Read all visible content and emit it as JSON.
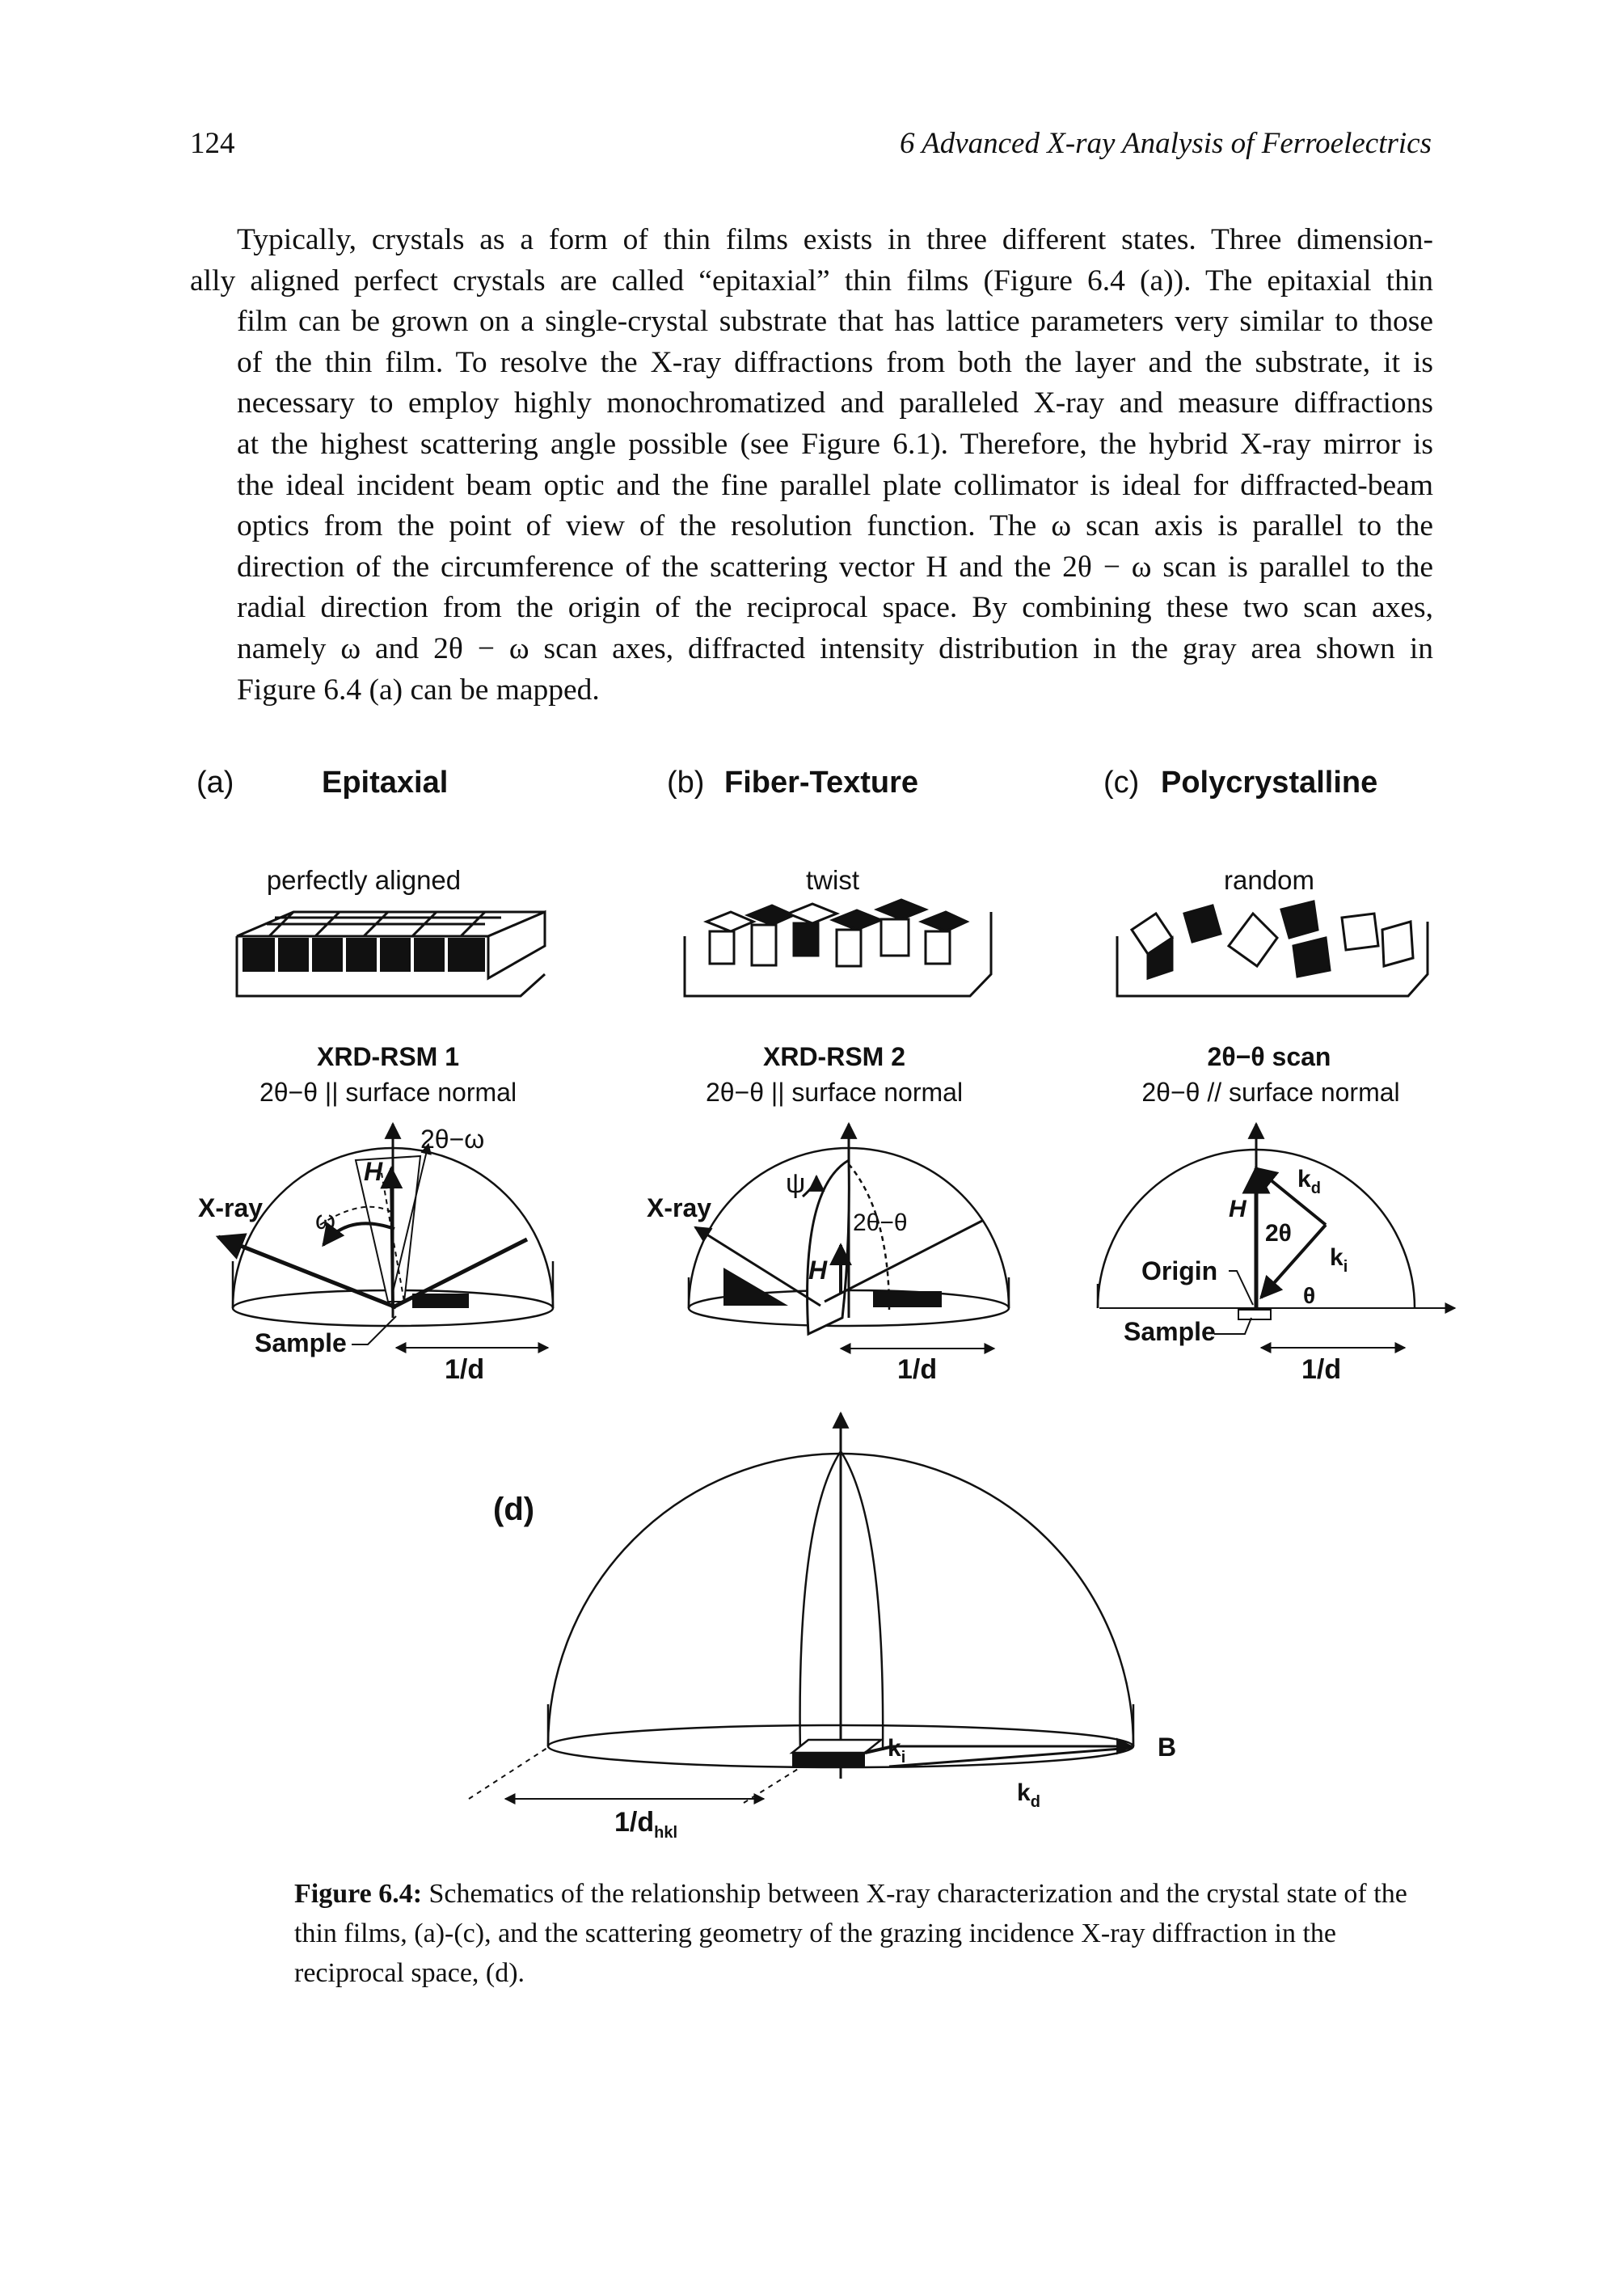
{
  "header": {
    "page_number": "124",
    "chapter_title": "6 Advanced X-ray Analysis of Ferroelectrics"
  },
  "body_lines": [
    "Typically, crystals as a form of thin films exists in three different states. Three dimension-",
    "ally aligned perfect crystals are called “epitaxial” thin films (Figure 6.4 (a)). The epitaxial thin",
    "film can be grown on a single-crystal substrate that has lattice parameters very similar to those",
    "of the thin film. To resolve the X-ray diffractions from both the layer and the substrate, it is",
    "necessary to employ highly monochromatized and paralleled X-ray and measure diffractions",
    "at the highest scattering angle possible (see Figure 6.1). Therefore, the hybrid X-ray mirror is",
    "the ideal incident beam optic and the fine parallel plate collimator is ideal for diffracted-beam",
    "optics from the point of view of the resolution function. The ω scan axis is parallel to the",
    "direction of the circumference of the scattering vector H and the 2θ − ω scan is parallel to the",
    "radial direction from the origin of the reciprocal space. By combining these two scan axes,",
    "namely ω and 2θ − ω scan axes, diffracted intensity distribution in the gray area shown in",
    "Figure 6.4 (a) can be mapped."
  ],
  "figure": {
    "panel_a": {
      "letter": "(a)",
      "title": "Epitaxial",
      "state": "perfectly aligned",
      "method": "XRD-RSM 1",
      "scan": "2θ−θ || surface normal",
      "scan_label": "2θ−ω",
      "xray": "X-ray",
      "omega": "ω",
      "vector": "H",
      "sample": "Sample",
      "dist": "1/d"
    },
    "panel_b": {
      "letter": "(b)",
      "title": "Fiber-Texture",
      "state": "twist",
      "method": "XRD-RSM 2",
      "scan": "2θ−θ || surface normal",
      "xray": "X-ray",
      "psi": "ψ",
      "scan_label": "2θ−θ",
      "vector": "H",
      "dist": "1/d"
    },
    "panel_c": {
      "letter": "(c)",
      "title": "Polycrystalline",
      "state": "random",
      "method": "2θ−θ scan",
      "scan": "2θ−θ // surface normal",
      "vector": "H",
      "angle2": "2θ",
      "angle": "θ",
      "origin": "Origin",
      "sample": "Sample",
      "kd": "k",
      "kd_sub": "d",
      "ki": "k",
      "ki_sub": "i",
      "dist": "1/d"
    },
    "panel_d": {
      "letter": "(d)",
      "dist": "1/d",
      "dist_sub": "hkl",
      "point": "B",
      "ki": "k",
      "ki_sub": "i",
      "kd": "k",
      "kd_sub": "d"
    }
  },
  "caption": {
    "label": "Figure 6.4:",
    "text": "Schematics of the relationship between X-ray characterization and the crystal state of the thin films, (a)-(c), and the scattering geometry of the grazing incidence X-ray diffraction in the reciprocal space, (d)."
  }
}
